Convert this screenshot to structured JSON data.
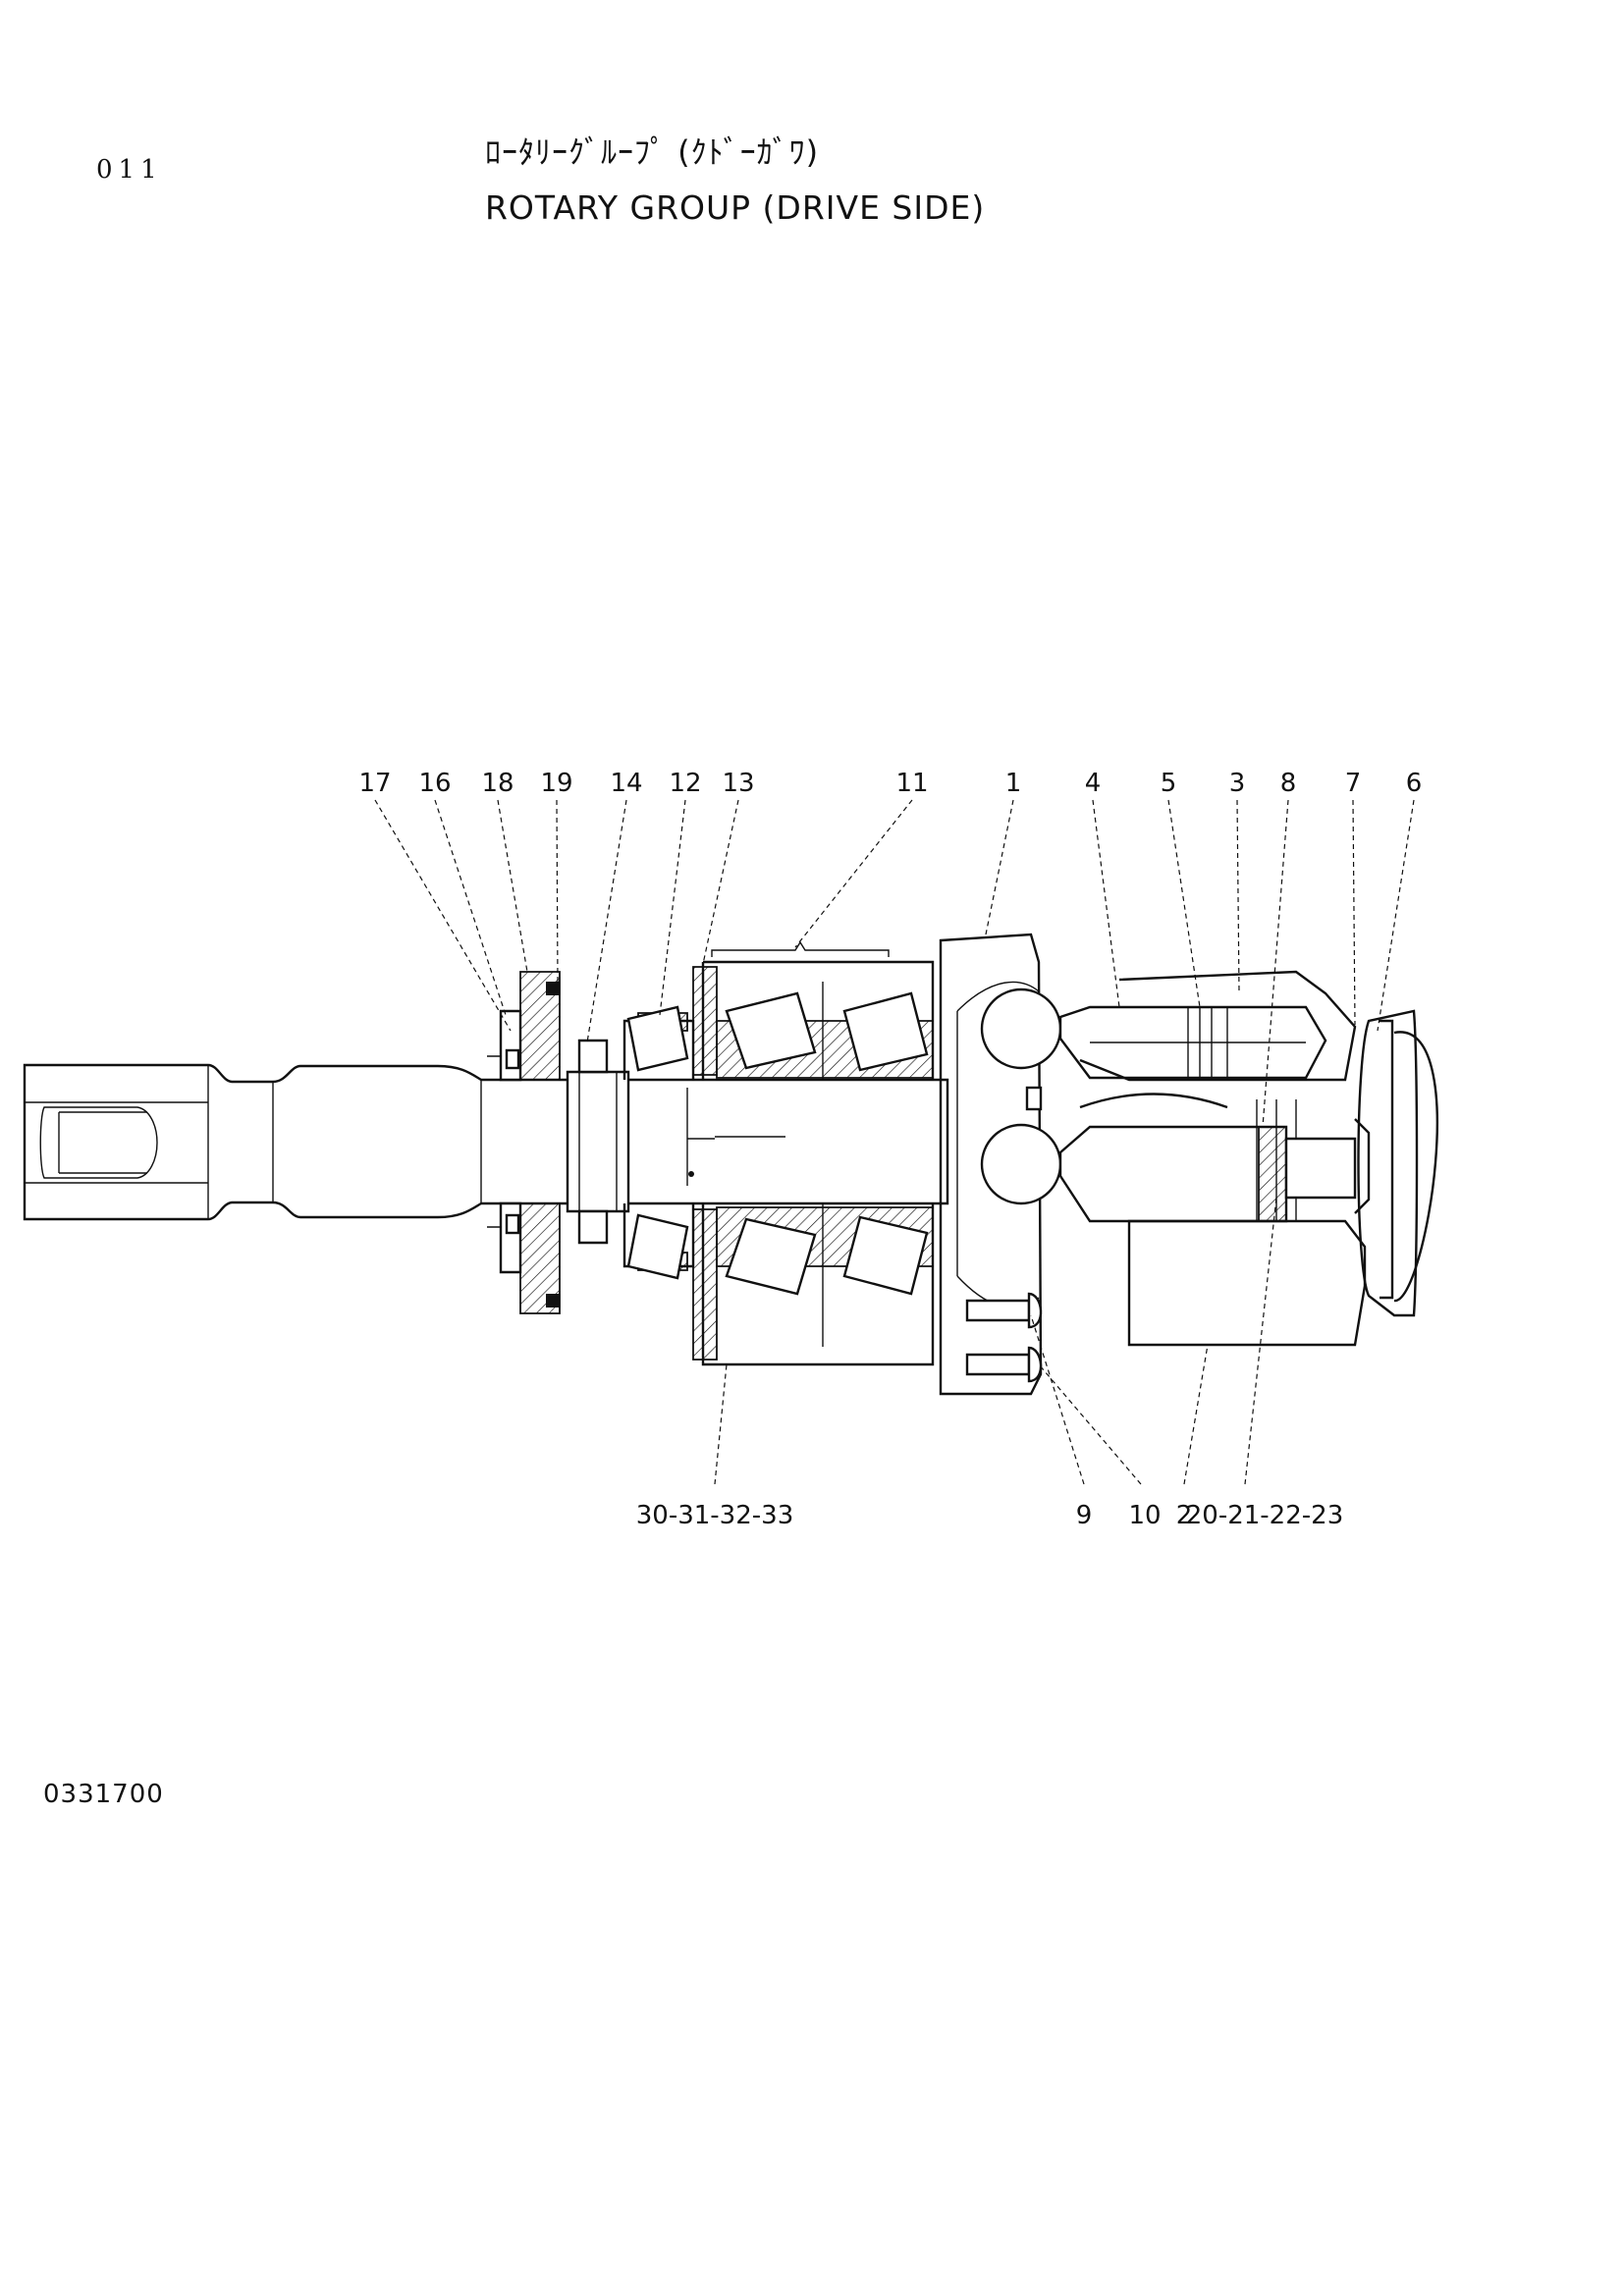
{
  "header": {
    "page_number": "011",
    "title_jp": "ﾛｰﾀﾘｰｸﾞﾙｰﾌﾟ (ｸﾄﾞｰｶﾞﾜ)",
    "title_en": "ROTARY GROUP (DRIVE SIDE)"
  },
  "footer": {
    "document_code": "0331700"
  },
  "callouts": {
    "top": [
      "17",
      "16",
      "18",
      "19",
      "14",
      "12",
      "13",
      "11",
      "1",
      "4",
      "5",
      "3",
      "8",
      "7",
      "6"
    ],
    "bottom": [
      "30-31-32-33",
      "9",
      "10",
      "2",
      "20-21-22-23"
    ]
  }
}
